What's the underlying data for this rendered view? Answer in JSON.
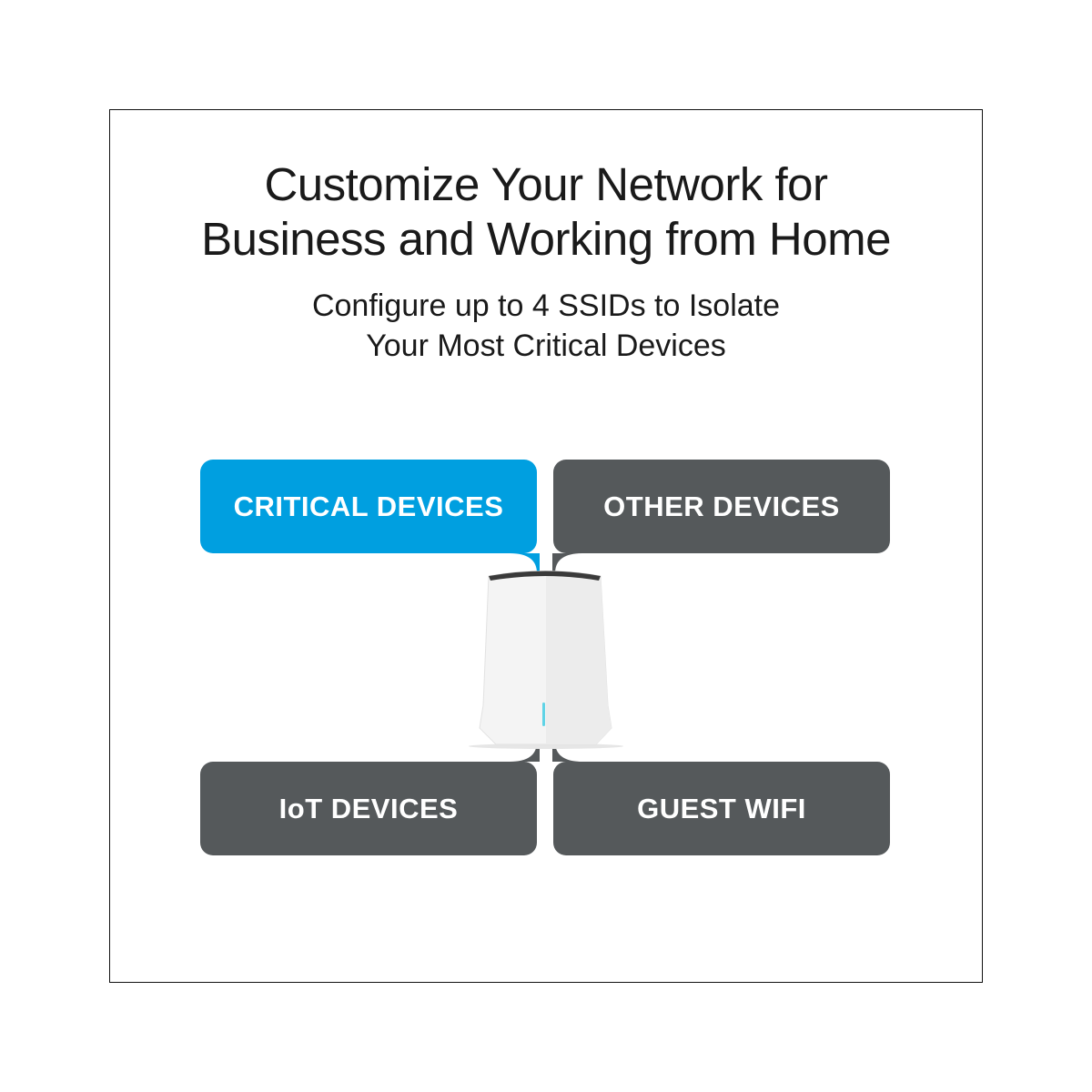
{
  "headline": {
    "line1": "Customize Your Network for",
    "line2": "Business and Working from Home"
  },
  "subheadline": {
    "line1": "Configure up to 4 SSIDs to Isolate",
    "line2": "Your Most Critical Devices"
  },
  "networks": [
    {
      "label": "CRITICAL DEVICES",
      "color": "#009fe0"
    },
    {
      "label": "OTHER DEVICES",
      "color": "#55595b"
    },
    {
      "label": "IoT DEVICES",
      "color": "#55595b"
    },
    {
      "label": "GUEST WIFI",
      "color": "#55595b"
    }
  ]
}
